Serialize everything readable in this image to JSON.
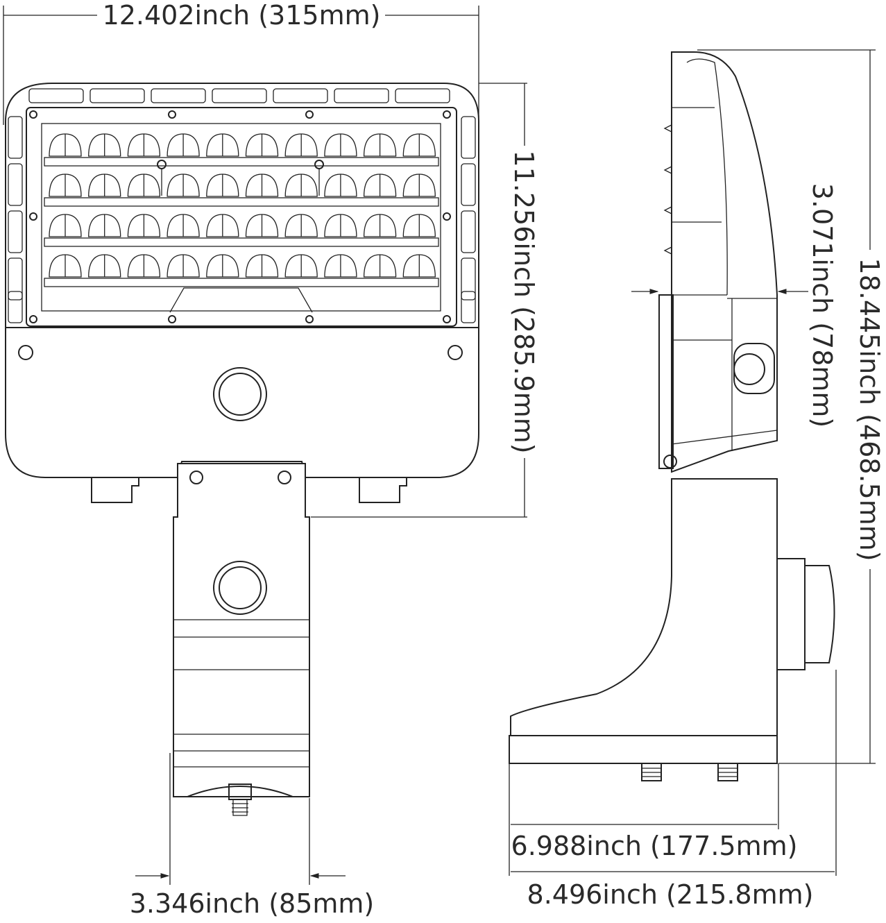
{
  "dimensions": {
    "width_top": "12.402inch (315mm)",
    "height_head": "11.256inch (285.9mm)",
    "depth_head": "3.071inch (78mm)",
    "height_total": "18.445inch (468.5mm)",
    "width_arm": "3.346inch (85mm)",
    "depth_base": "6.988inch (177.5mm)",
    "depth_total": "8.496inch (215.8mm)"
  },
  "views": {
    "front": "front-view",
    "side": "side-view"
  },
  "led_grid": {
    "rows": 4,
    "cols": 10
  }
}
